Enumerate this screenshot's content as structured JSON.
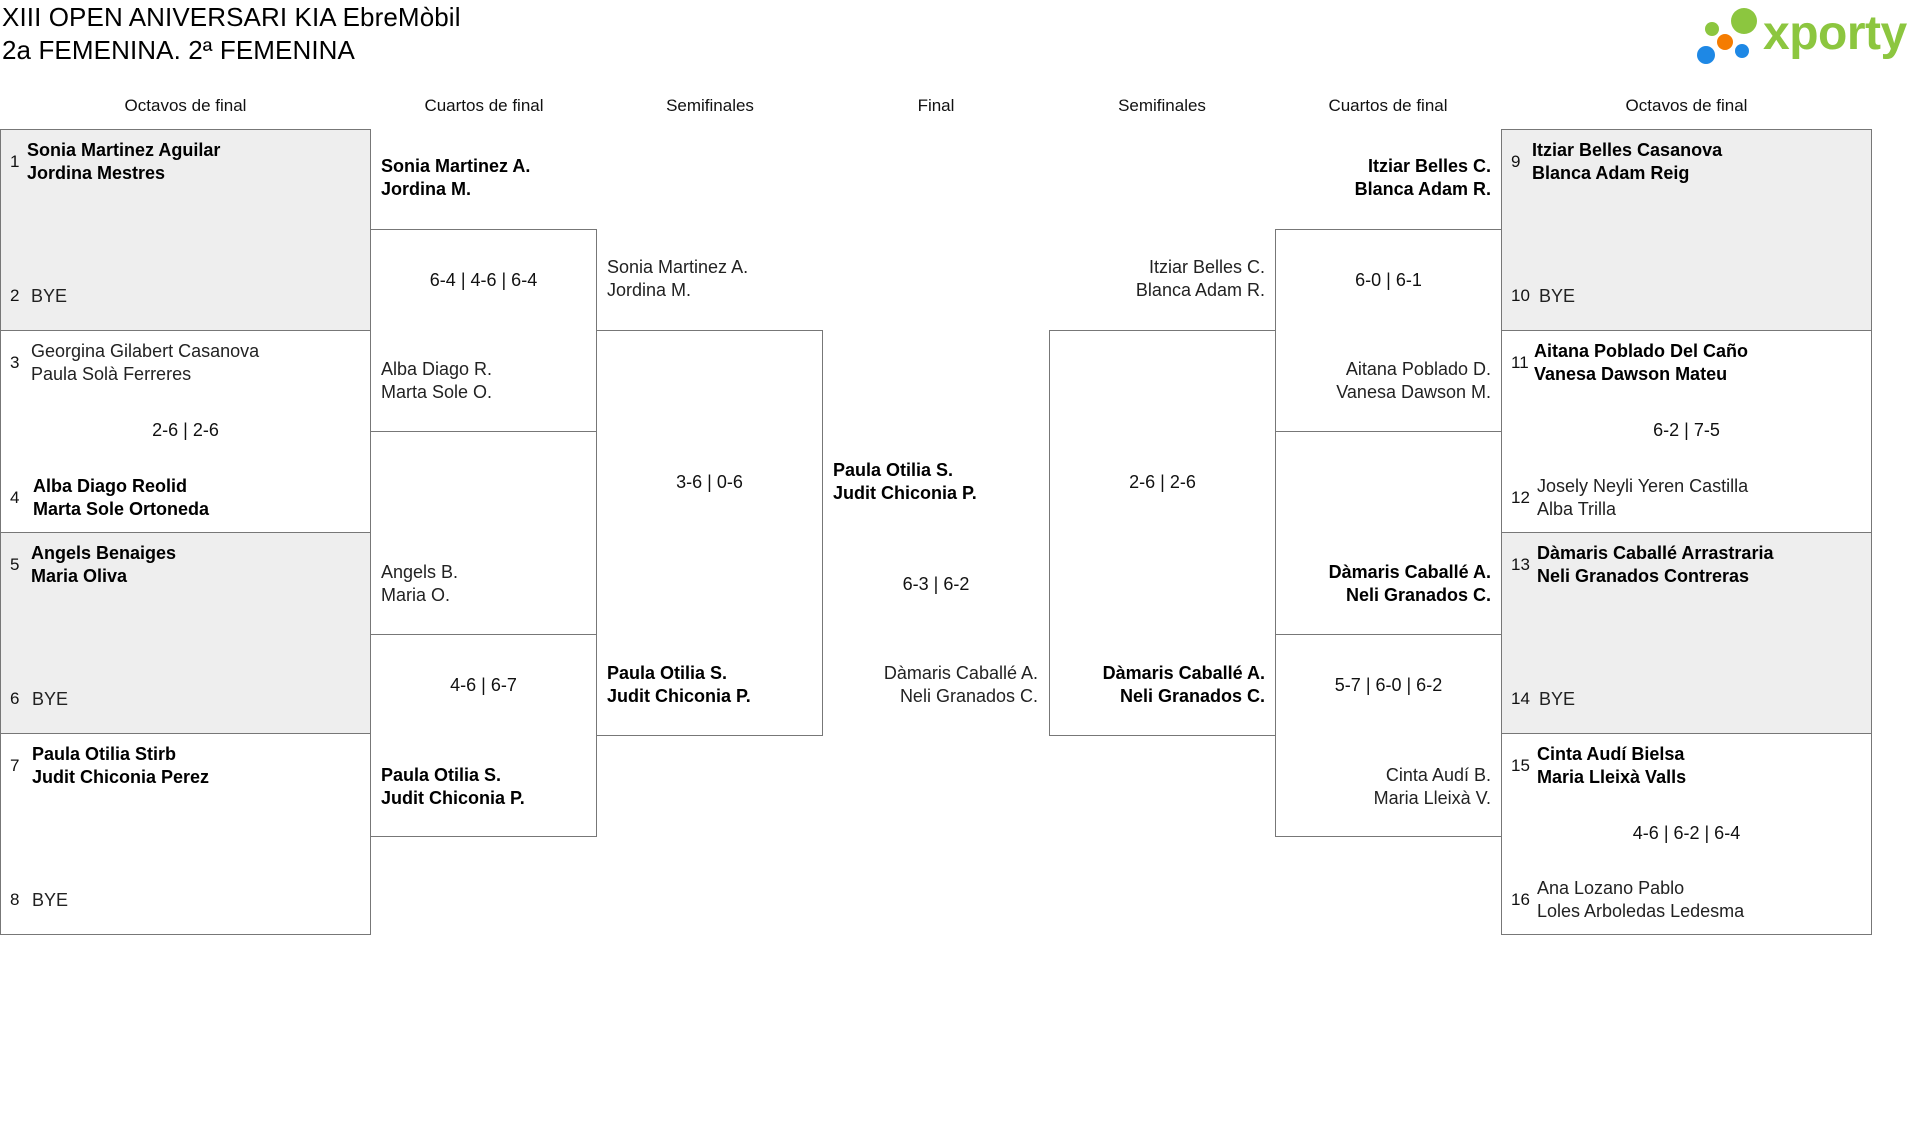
{
  "header": {
    "title_line1": "XIII OPEN ANIVERSARI KIA EbreMòbil",
    "title_line2": "2a FEMENINA. 2ª FEMENINA",
    "logo_text": "xporty"
  },
  "rounds": {
    "left_r16": "Octavos de final",
    "left_qf": "Cuartos de final",
    "left_sf": "Semifinales",
    "final": "Final",
    "right_sf": "Semifinales",
    "right_qf": "Cuartos de final",
    "right_r16": "Octavos de final"
  },
  "left_r16": {
    "m1": {
      "s1": "1",
      "p1a": "Sonia Martinez Aguilar",
      "p1b": "Jordina Mestres",
      "s2": "2",
      "p2a": "BYE"
    },
    "m2": {
      "s1": "3",
      "p1a": "Georgina Gilabert Casanova",
      "p1b": "Paula Solà Ferreres",
      "score": "2-6 | 2-6",
      "s2": "4",
      "p2a": "Alba Diago Reolid",
      "p2b": "Marta Sole Ortoneda"
    },
    "m3": {
      "s1": "5",
      "p1a": "Angels Benaiges",
      "p1b": "Maria Oliva",
      "s2": "6",
      "p2a": "BYE"
    },
    "m4": {
      "s1": "7",
      "p1a": "Paula Otilia Stirb",
      "p1b": "Judit Chiconia Perez",
      "s2": "8",
      "p2a": "BYE"
    }
  },
  "left_qf": {
    "m1": {
      "t1a": "Sonia Martinez A.",
      "t1b": "Jordina M.",
      "score": "6-4 | 4-6 | 6-4",
      "t2a": "Alba Diago R.",
      "t2b": "Marta Sole O."
    },
    "m2": {
      "t1a": "Angels B.",
      "t1b": "Maria O.",
      "score": "4-6 | 6-7",
      "t2a": "Paula Otilia S.",
      "t2b": "Judit Chiconia P."
    }
  },
  "left_sf": {
    "t1a": "Sonia Martinez A.",
    "t1b": "Jordina M.",
    "score": "3-6 | 0-6",
    "t2a": "Paula Otilia S.",
    "t2b": "Judit Chiconia P."
  },
  "final": {
    "t1a": "Paula Otilia S.",
    "t1b": "Judit Chiconia P.",
    "score": "6-3 | 6-2",
    "t2a": "Dàmaris Caballé A.",
    "t2b": "Neli Granados C."
  },
  "right_sf": {
    "t1a": "Itziar Belles C.",
    "t1b": "Blanca Adam R.",
    "score": "2-6 | 2-6",
    "t2a": "Dàmaris Caballé A.",
    "t2b": "Neli Granados C."
  },
  "right_qf": {
    "m1": {
      "t1a": "Itziar Belles C.",
      "t1b": "Blanca Adam R.",
      "score": "6-0 | 6-1",
      "t2a": "Aitana Poblado D.",
      "t2b": "Vanesa Dawson M."
    },
    "m2": {
      "t1a": "Dàmaris Caballé A.",
      "t1b": "Neli Granados C.",
      "score": "5-7 | 6-0 | 6-2",
      "t2a": "Cinta Audí B.",
      "t2b": "Maria Lleixà V."
    }
  },
  "right_r16": {
    "m1": {
      "s1": "9",
      "p1a": "Itziar Belles Casanova",
      "p1b": "Blanca Adam Reig",
      "s2": "10",
      "p2a": "BYE"
    },
    "m2": {
      "s1": "11",
      "p1a": "Aitana Poblado Del Caño",
      "p1b": "Vanesa Dawson Mateu",
      "score": "6-2 | 7-5",
      "s2": "12",
      "p2a": "Josely Neyli Yeren Castilla",
      "p2b": "Alba Trilla"
    },
    "m3": {
      "s1": "13",
      "p1a": "Dàmaris Caballé Arrastraria",
      "p1b": "Neli Granados Contreras",
      "s2": "14",
      "p2a": "BYE"
    },
    "m4": {
      "s1": "15",
      "p1a": "Cinta Audí Bielsa",
      "p1b": "Maria Lleixà Valls",
      "score": "4-6 | 6-2 | 6-4",
      "s2": "16",
      "p2a": "Ana Lozano Pablo",
      "p2b": "Loles Arboledas Ledesma"
    }
  },
  "colors": {
    "brand_green": "#8cc63f",
    "logo_blue": "#1e88e5",
    "logo_orange": "#f57c00",
    "bye_match_gray": "#eeeeee",
    "border": "#777777"
  }
}
